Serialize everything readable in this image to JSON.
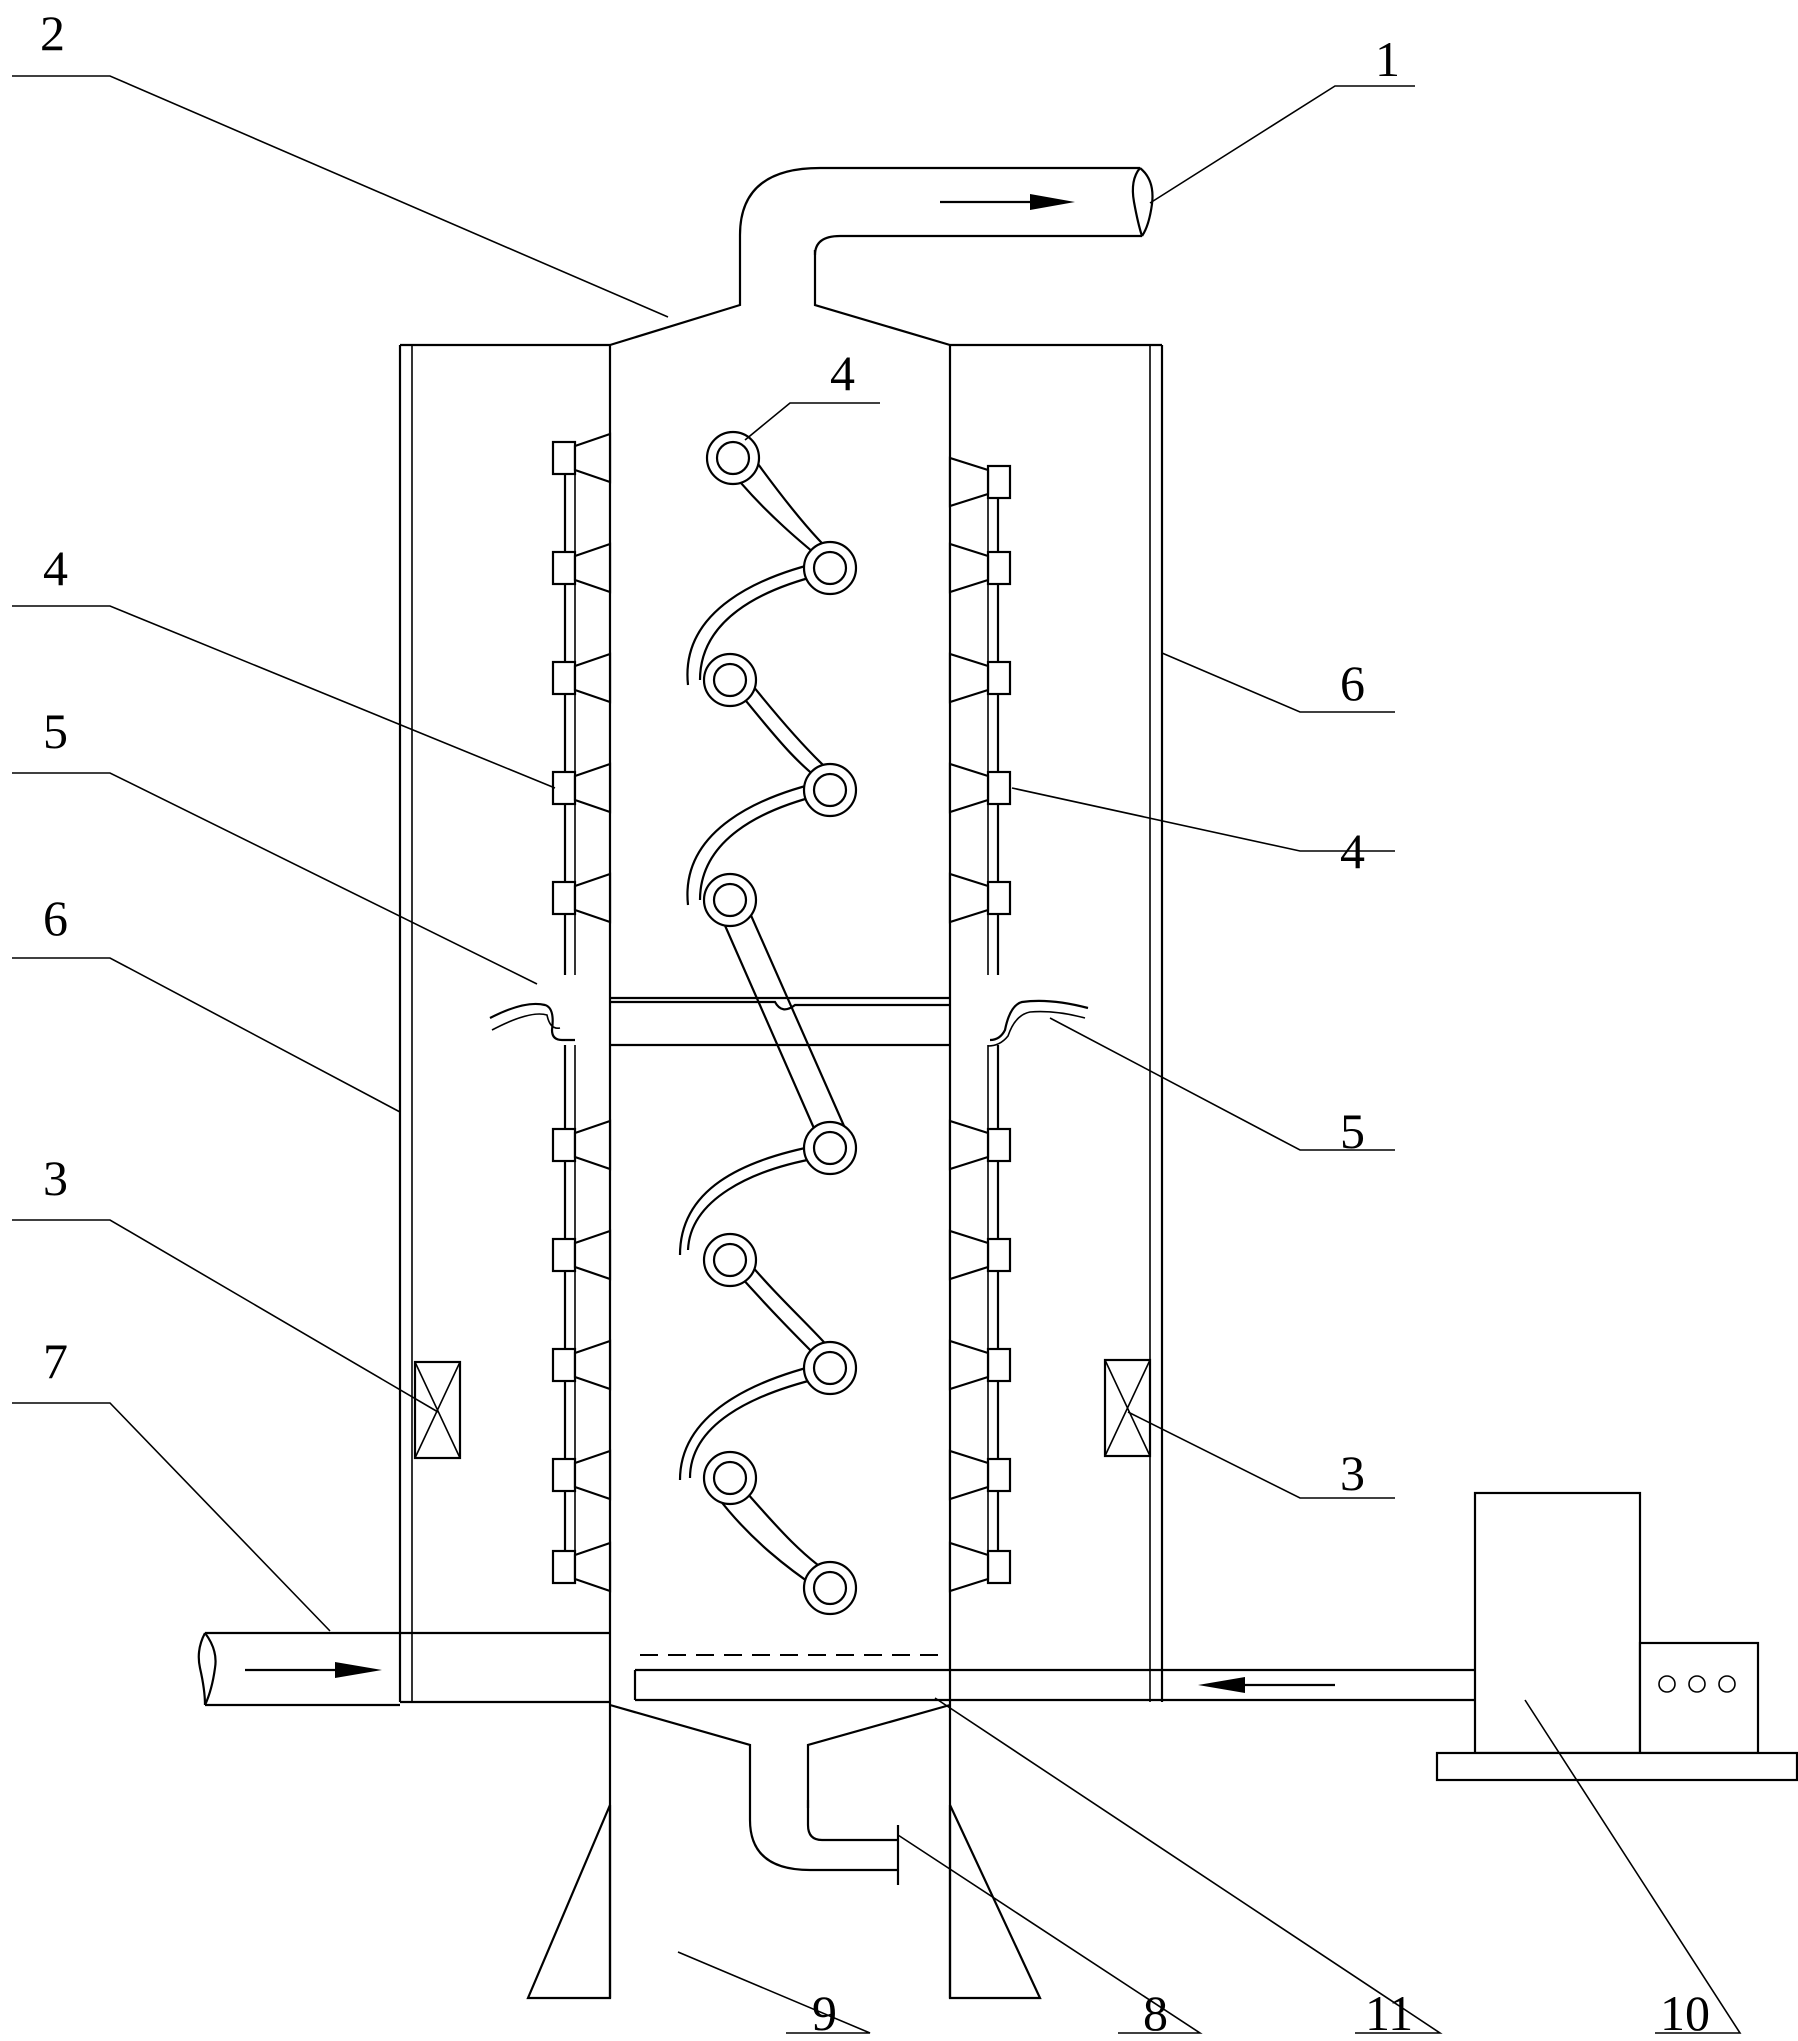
{
  "labels": {
    "l1": "1",
    "l2": "2",
    "l3": "3",
    "l4": "4",
    "l5": "5",
    "l6": "6",
    "l7": "7",
    "l8": "8",
    "l9": "9",
    "l10": "10",
    "l11": "11"
  },
  "colors": {
    "line": "#000000",
    "background": "#ffffff"
  },
  "icons": {
    "flow_arrow": "arrow-right-icon",
    "damper": "cross-box-icon",
    "indicator": "circle-dot-icon"
  }
}
